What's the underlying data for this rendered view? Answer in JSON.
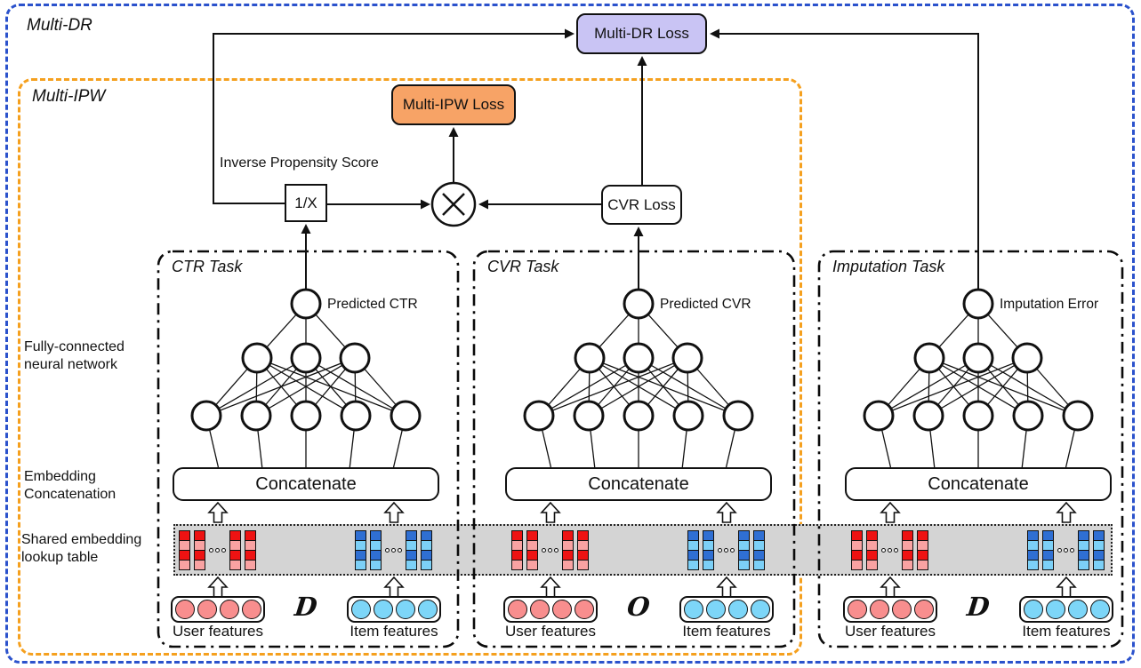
{
  "frames": {
    "multi_dr": "Multi-DR",
    "multi_ipw": "Multi-IPW"
  },
  "loss_boxes": {
    "multi_dr": "Multi-DR Loss",
    "multi_ipw": "Multi-IPW Loss",
    "cvr": "CVR Loss"
  },
  "ips": {
    "box": "1/X",
    "caption": "Inverse Propensity Score"
  },
  "side_labels": {
    "fcnn": "Fully-connected\nneural network",
    "embedding": "Embedding\nConcatenation",
    "shared": "Shared embedding\nlookup table"
  },
  "concatenate_label": "Concatenate",
  "features": {
    "user": "User features",
    "item": "Item features"
  },
  "embedding_separator": "ooo",
  "network_layers": [
    1,
    3,
    5
  ],
  "tasks": [
    {
      "title": "CTR Task",
      "output_label": "Predicted CTR",
      "dataset_symbol": "D"
    },
    {
      "title": "CVR Task",
      "output_label": "Predicted CVR",
      "dataset_symbol": "O"
    },
    {
      "title": "Imputation Task",
      "output_label": "Imputation Error",
      "dataset_symbol": "D"
    }
  ],
  "colors": {
    "blue_frame": "#2B52CC",
    "orange_frame": "#F5A01E",
    "multi_dr_fill": "#C9C4F4",
    "multi_ipw_fill": "#F7A366",
    "band_fill": "#D4D4D4",
    "red_dark": "#EE1212",
    "red_light": "#F9A2A2",
    "blue_dark": "#2F6FD3",
    "blue_light": "#7CD0F7",
    "user_circle": "#F88E8E",
    "item_circle": "#7DD6F8"
  }
}
